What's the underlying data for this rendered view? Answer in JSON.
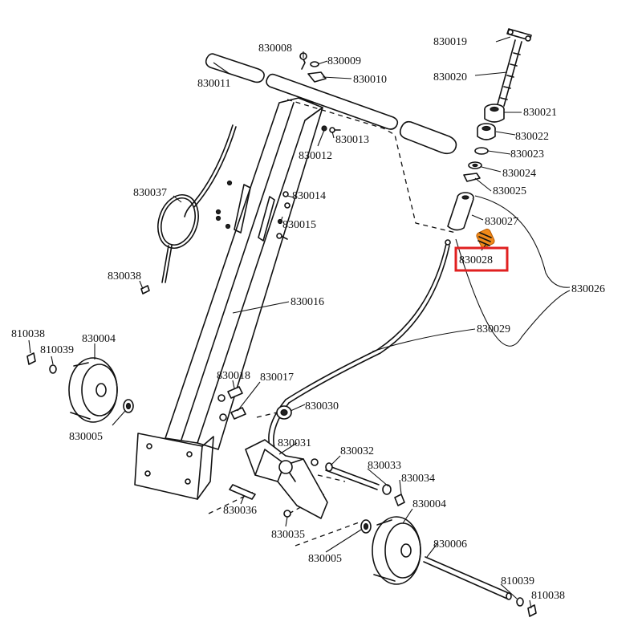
{
  "colors": {
    "highlight": "#e02020",
    "highlight_part": "#f08a1a",
    "ink": "#111111"
  },
  "selected_part": "830028",
  "parts": [
    {
      "key": "p830008",
      "number": "830008"
    },
    {
      "key": "p830009",
      "number": "830009"
    },
    {
      "key": "p830010",
      "number": "830010"
    },
    {
      "key": "p830011",
      "number": "830011"
    },
    {
      "key": "p830012",
      "number": "830012"
    },
    {
      "key": "p830013",
      "number": "830013"
    },
    {
      "key": "p830014",
      "number": "830014"
    },
    {
      "key": "p830015",
      "number": "830015"
    },
    {
      "key": "p830016",
      "number": "830016"
    },
    {
      "key": "p830017",
      "number": "830017"
    },
    {
      "key": "p830018",
      "number": "830018"
    },
    {
      "key": "p830019",
      "number": "830019"
    },
    {
      "key": "p830020",
      "number": "830020"
    },
    {
      "key": "p830021",
      "number": "830021"
    },
    {
      "key": "p830022",
      "number": "830022"
    },
    {
      "key": "p830023",
      "number": "830023"
    },
    {
      "key": "p830024",
      "number": "830024"
    },
    {
      "key": "p830025",
      "number": "830025"
    },
    {
      "key": "p830026",
      "number": "830026"
    },
    {
      "key": "p830027",
      "number": "830027"
    },
    {
      "key": "p830028",
      "number": "830028"
    },
    {
      "key": "p830029",
      "number": "830029"
    },
    {
      "key": "p830030",
      "number": "830030"
    },
    {
      "key": "p830031",
      "number": "830031"
    },
    {
      "key": "p830032",
      "number": "830032"
    },
    {
      "key": "p830033",
      "number": "830033"
    },
    {
      "key": "p830034",
      "number": "830034"
    },
    {
      "key": "p830035",
      "number": "830035"
    },
    {
      "key": "p830036",
      "number": "830036"
    },
    {
      "key": "p830037",
      "number": "830037"
    },
    {
      "key": "p830038",
      "number": "830038"
    },
    {
      "key": "p830004a",
      "number": "830004"
    },
    {
      "key": "p830004b",
      "number": "830004"
    },
    {
      "key": "p830005a",
      "number": "830005"
    },
    {
      "key": "p830005b",
      "number": "830005"
    },
    {
      "key": "p830006",
      "number": "830006"
    },
    {
      "key": "p810038a",
      "number": "810038"
    },
    {
      "key": "p810038b",
      "number": "810038"
    },
    {
      "key": "p810039a",
      "number": "810039"
    },
    {
      "key": "p810039b",
      "number": "810039"
    }
  ]
}
